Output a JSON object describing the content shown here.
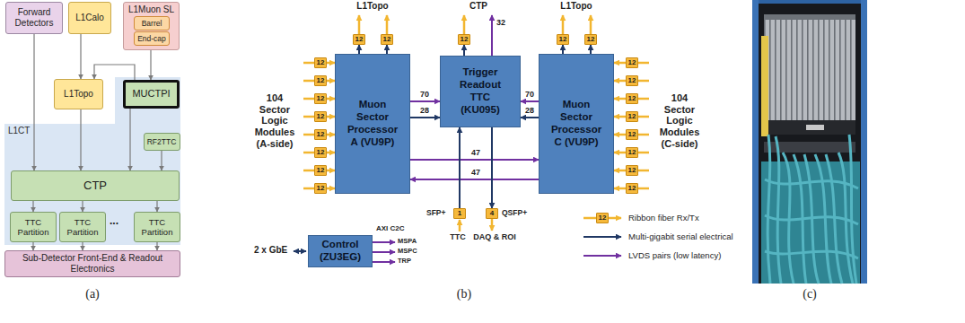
{
  "diagram": {
    "nodes": [
      {
        "text": [
          "Forward Detectors"
        ]
      },
      {
        "text": [
          "L1Calo"
        ]
      },
      {
        "text": [
          "L1Muon SL"
        ]
      },
      {
        "text": [
          "Barrel"
        ],
        "in": 2
      },
      {
        "text": [
          "End-cap"
        ],
        "in": 2
      },
      {
        "text": [
          "L1Topo"
        ]
      },
      {
        "text": [
          "L1CT"
        ]
      },
      {
        "text": [
          "MUCTPI"
        ],
        "in": 6
      },
      {
        "text": [
          "RF2TTC"
        ],
        "in": 6
      },
      {
        "text": [
          "CTP"
        ],
        "in": 6
      },
      {
        "text": [
          "TTC Partition"
        ],
        "in": 6
      },
      {
        "text": [
          "TTC Partition"
        ],
        "in": 6
      },
      {
        "text": [
          "TTC Partition"
        ],
        "in": 6
      },
      {
        "text": [
          "Sub-Detector Front-End & Readout Electronics"
        ]
      },
      {
        "text": [
          "12"
        ]
      },
      {
        "text": [
          "12"
        ]
      },
      {
        "text": [
          "12"
        ]
      },
      {
        "text": [
          "12"
        ]
      },
      {
        "text": [
          "12"
        ]
      },
      {
        "text": [
          "12"
        ]
      },
      {
        "text": [
          "12"
        ]
      },
      {
        "text": [
          "12"
        ]
      },
      {
        "text": [
          "12"
        ]
      },
      {
        "text": [
          "12"
        ]
      },
      {
        "text": [
          "12"
        ]
      },
      {
        "text": [
          "12"
        ]
      },
      {
        "text": [
          "12"
        ]
      },
      {
        "text": [
          "Muon Sector Processor A (VU9P)"
        ]
      },
      {
        "text": [
          "Trigger Readout TTC (KU095)"
        ]
      },
      {
        "text": [
          "Muon Sector Processor C (VU9P)"
        ]
      },
      {
        "text": [
          "12"
        ]
      },
      {
        "text": [
          "12"
        ]
      },
      {
        "text": [
          "12"
        ]
      },
      {
        "text": [
          "12"
        ]
      },
      {
        "text": [
          "12"
        ]
      },
      {
        "text": [
          "12"
        ]
      },
      {
        "text": [
          "12"
        ]
      },
      {
        "text": [
          "12"
        ]
      },
      {
        "text": [
          "1"
        ]
      },
      {
        "text": [
          "4"
        ]
      },
      {
        "text": [
          "Control (ZU3EG)"
        ]
      }
    ],
    "edges": [
      {
        "from": 0,
        "to": 9,
        "arrow": "to"
      },
      {
        "from": 1,
        "to": 5,
        "arrow": "to"
      },
      {
        "from": 2,
        "to": 7,
        "arrow": "to"
      },
      {
        "from": 7,
        "to": 5,
        "arrow": "to"
      },
      {
        "from": 5,
        "to": 9,
        "arrow": "to"
      },
      {
        "from": 7,
        "to": 9,
        "arrow": "to"
      },
      {
        "from": 8,
        "to": 9,
        "arrow": "to"
      },
      {
        "from": 9,
        "to": 10,
        "arrow": "to"
      },
      {
        "from": 9,
        "to": 11,
        "arrow": "to"
      },
      {
        "from": 9,
        "to": 12,
        "arrow": "to"
      },
      {
        "from": 10,
        "to": 13,
        "arrow": "to"
      },
      {
        "from": 11,
        "to": 13,
        "arrow": "to"
      },
      {
        "from": 12,
        "to": 13,
        "arrow": "to"
      },
      {
        "from": 27,
        "to": 14,
        "arrow": "to"
      },
      {
        "from": 27,
        "to": 15,
        "arrow": "to"
      },
      {
        "from": 28,
        "to": 16,
        "arrow": "to"
      },
      {
        "from": 29,
        "to": 17,
        "arrow": "to"
      },
      {
        "from": 29,
        "to": 18,
        "arrow": "to"
      },
      {
        "from": 19,
        "to": 27,
        "arrow": "to"
      },
      {
        "from": 20,
        "to": 27,
        "arrow": "to"
      },
      {
        "from": 21,
        "to": 27,
        "arrow": "to"
      },
      {
        "from": 22,
        "to": 27,
        "arrow": "to"
      },
      {
        "from": 23,
        "to": 27,
        "arrow": "to"
      },
      {
        "from": 24,
        "to": 27,
        "arrow": "to"
      },
      {
        "from": 25,
        "to": 27,
        "arrow": "to"
      },
      {
        "from": 26,
        "to": 27,
        "arrow": "to"
      },
      {
        "from": 30,
        "to": 29,
        "arrow": "to"
      },
      {
        "from": 31,
        "to": 29,
        "arrow": "to"
      },
      {
        "from": 32,
        "to": 29,
        "arrow": "to"
      },
      {
        "from": 33,
        "to": 29,
        "arrow": "to"
      },
      {
        "from": 34,
        "to": 29,
        "arrow": "to"
      },
      {
        "from": 35,
        "to": 29,
        "arrow": "to"
      },
      {
        "from": 36,
        "to": 29,
        "arrow": "to"
      },
      {
        "from": 37,
        "to": 29,
        "arrow": "to"
      },
      {
        "from": 27,
        "to": 28,
        "label": "70",
        "arrow": "to"
      },
      {
        "from": 27,
        "to": 28,
        "label": "28",
        "arrow": "to"
      },
      {
        "from": 29,
        "to": 28,
        "label": "70",
        "arrow": "to"
      },
      {
        "from": 29,
        "to": 28,
        "label": "28",
        "arrow": "to"
      },
      {
        "from": 27,
        "to": 29,
        "label": "47",
        "arrow": "to"
      },
      {
        "from": 29,
        "to": 27,
        "label": "47",
        "arrow": "to"
      },
      {
        "from": 38,
        "to": 28,
        "arrow": "to"
      },
      {
        "from": 28,
        "to": 39,
        "arrow": "to"
      }
    ],
    "labels": [
      "...",
      "(a)",
      "L1Topo",
      "CTP",
      "L1Topo",
      "32",
      "104 Sector Logic Modules (A-side)",
      "104 Sector Logic Modules (C-side)",
      "SFP+",
      "QSFP+",
      "TTC",
      "DAQ & ROI",
      "2 x GbE",
      "AXI C2C",
      "MSPA",
      "MSPC",
      "TRP",
      "12",
      "(b)",
      "(c)"
    ],
    "legend": [
      {
        "text": "Ribbon fiber Rx/Tx"
      },
      {
        "text": "Multi-gigabit serial electrical"
      },
      {
        "text": "LVDS pairs (low latency)"
      }
    ]
  }
}
